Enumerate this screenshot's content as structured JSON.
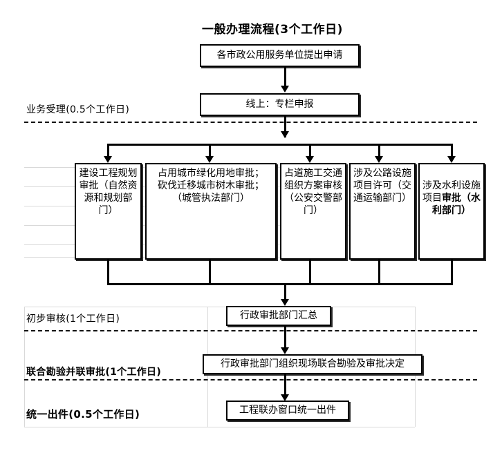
{
  "diagram": {
    "title": "一般办理流程(3个工作日)",
    "phases": [
      {
        "id": "intake",
        "label": "业务受理(0.5个工作日)",
        "bold": false
      },
      {
        "id": "prelim",
        "label": "初步审核(1个工作日)",
        "bold": false
      },
      {
        "id": "joint",
        "label": "联合勘验并联审批(1个工作日)",
        "bold": true
      },
      {
        "id": "issuance",
        "label": "统一出件(0.5个工作日)",
        "bold": true
      }
    ],
    "nodes": {
      "apply": "各市政公用服务单位提出申请",
      "online": "线上：专栏申报",
      "branch1": "建设工程规划审批（自然资源和规划部门）",
      "branch2": "占用城市绿化用地审批；\n砍伐迁移城市树木审批；\n（城管执法部门）",
      "branch3": "占道施工交通组织方案审核（公安交警部门）",
      "branch4": "涉及公路设施项目许可（交通运输部门）",
      "branch5_normal": "涉及水利设施项目",
      "branch5_bold": "审批（水利部门）",
      "summary": "行政审批部门汇总",
      "jointsurvey": "行政审批部门组织现场联合勘验及审批决定",
      "output": "工程联办窗口统一出件"
    },
    "colors": {
      "ink": "#000000",
      "grid": "#d9d9d9",
      "paper": "#ffffff"
    }
  }
}
